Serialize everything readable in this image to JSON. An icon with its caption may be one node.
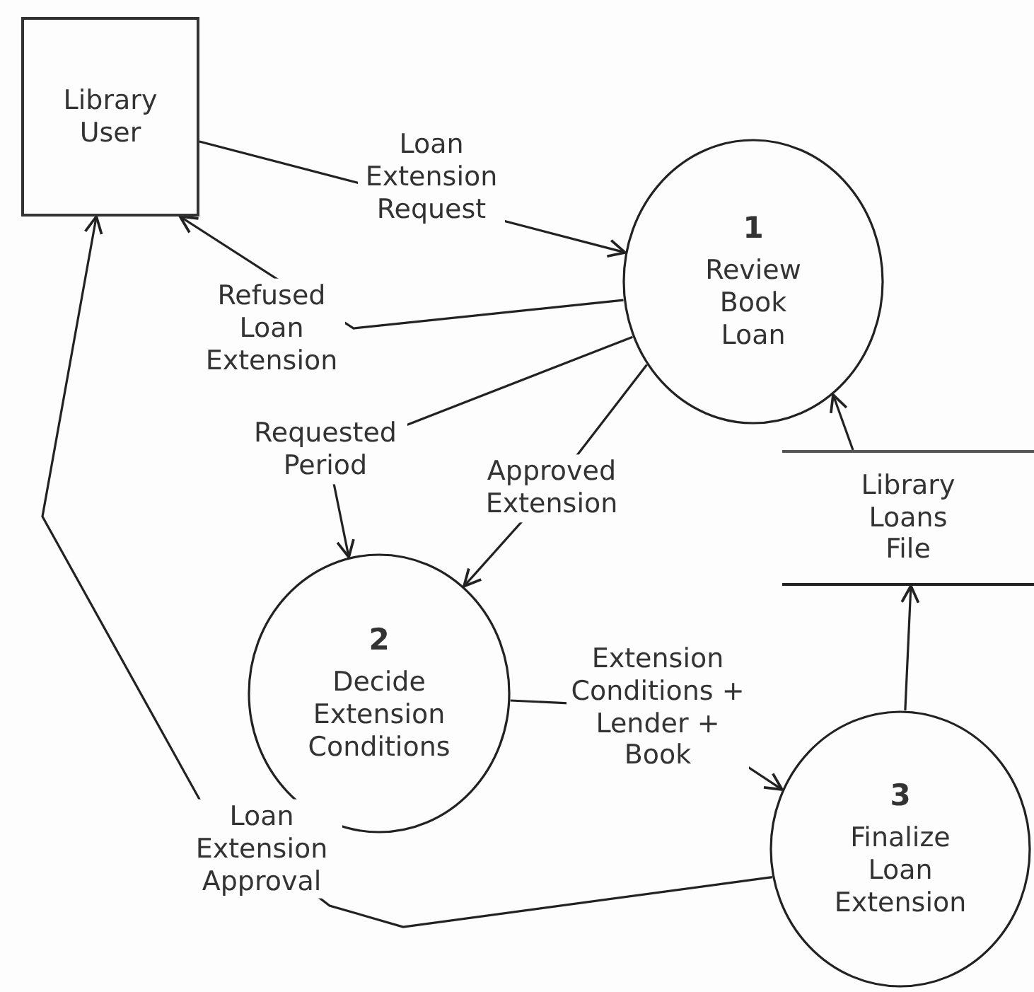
{
  "diagram": {
    "nodes": [
      {
        "text": [
          "Library User"
        ]
      },
      {
        "text": [
          "1",
          "Review Book Loan"
        ]
      },
      {
        "text": [
          "2",
          "Decide Extension Conditions"
        ]
      },
      {
        "text": [
          "Library Loans File"
        ]
      },
      {
        "text": [
          "3",
          "Finalize Loan Extension"
        ]
      }
    ],
    "edges": [
      {
        "from": 0,
        "to": 1,
        "arrow": "to",
        "label": "Loan Extension Request"
      },
      {
        "from": 1,
        "to": 0,
        "arrow": "to",
        "label": "Refused Loan Extension"
      },
      {
        "from": 1,
        "to": 2,
        "arrow": "to",
        "label": "Requested Period"
      },
      {
        "from": 1,
        "to": 2,
        "arrow": "to",
        "label": "Approved Extension"
      },
      {
        "from": 2,
        "to": 4,
        "arrow": "to",
        "label": "Extension Conditions + Lender + Book"
      },
      {
        "from": 4,
        "to": 3,
        "arrow": "to"
      },
      {
        "from": 3,
        "to": 1,
        "arrow": "to"
      },
      {
        "from": 4,
        "to": 0,
        "arrow": "to",
        "label": "Loan Extension Approval"
      }
    ]
  }
}
